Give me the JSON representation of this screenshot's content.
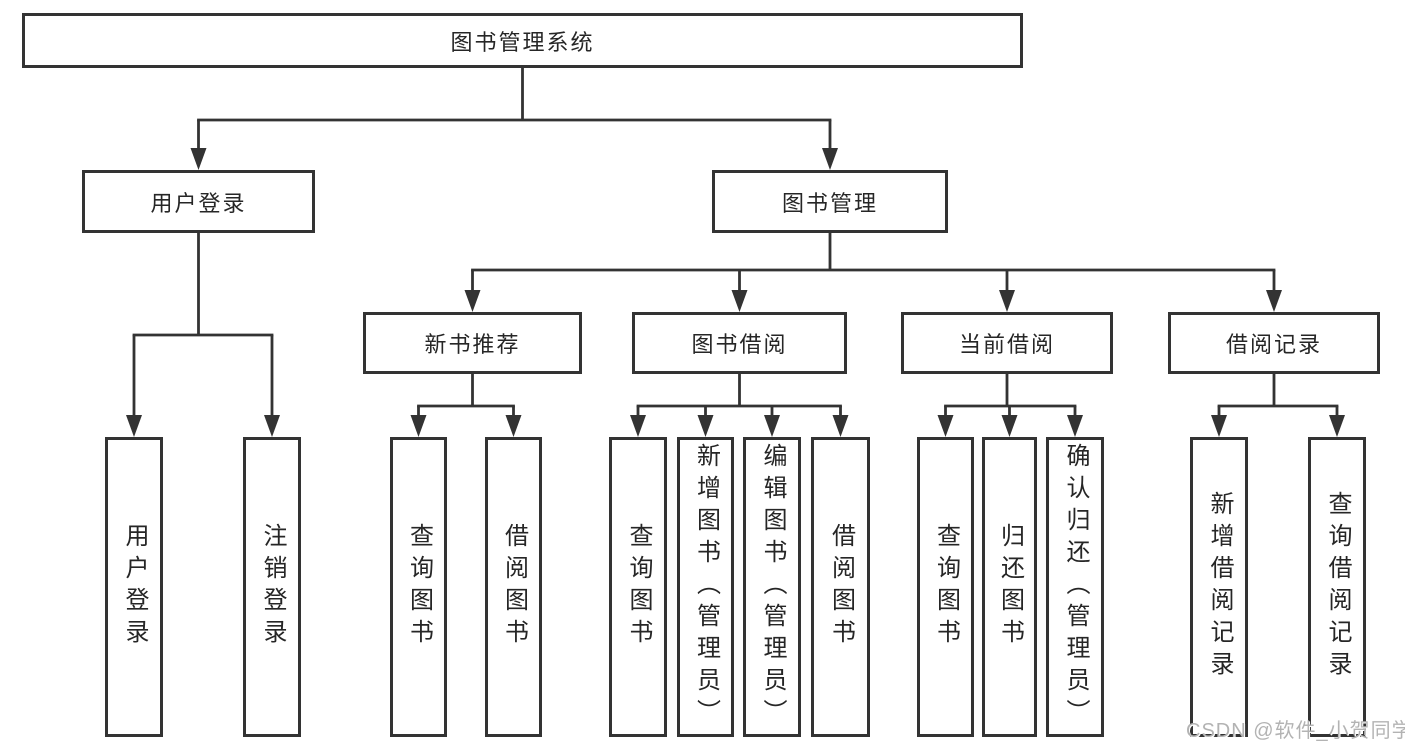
{
  "diagram": {
    "nodes": [
      {
        "id": "root",
        "label": "图书管理系统",
        "orientation": "horizontal",
        "parent": null
      },
      {
        "id": "user-login",
        "label": "用户登录",
        "orientation": "horizontal",
        "parent": "root"
      },
      {
        "id": "book-mgmt",
        "label": "图书管理",
        "orientation": "horizontal",
        "parent": "root"
      },
      {
        "id": "new-book-rec",
        "label": "新书推荐",
        "orientation": "horizontal",
        "parent": "book-mgmt"
      },
      {
        "id": "book-borrow",
        "label": "图书借阅",
        "orientation": "horizontal",
        "parent": "book-mgmt"
      },
      {
        "id": "current-borrow",
        "label": "当前借阅",
        "orientation": "horizontal",
        "parent": "book-mgmt"
      },
      {
        "id": "borrow-records",
        "label": "借阅记录",
        "orientation": "horizontal",
        "parent": "book-mgmt"
      },
      {
        "id": "login",
        "label": "用户登录",
        "orientation": "vertical",
        "parent": "user-login"
      },
      {
        "id": "logout",
        "label": "注销登录",
        "orientation": "vertical",
        "parent": "user-login"
      },
      {
        "id": "query-book-1",
        "label": "查询图书",
        "orientation": "vertical",
        "parent": "new-book-rec"
      },
      {
        "id": "borrow-book-1",
        "label": "借阅图书",
        "orientation": "vertical",
        "parent": "new-book-rec"
      },
      {
        "id": "query-book-2",
        "label": "查询图书",
        "orientation": "vertical",
        "parent": "book-borrow"
      },
      {
        "id": "add-book",
        "label": "新增图书（管理员）",
        "orientation": "vertical",
        "parent": "book-borrow"
      },
      {
        "id": "edit-book",
        "label": "编辑图书（管理员）",
        "orientation": "vertical",
        "parent": "book-borrow"
      },
      {
        "id": "borrow-book-2",
        "label": "借阅图书",
        "orientation": "vertical",
        "parent": "book-borrow"
      },
      {
        "id": "query-book-3",
        "label": "查询图书",
        "orientation": "vertical",
        "parent": "current-borrow"
      },
      {
        "id": "return-book",
        "label": "归还图书",
        "orientation": "vertical",
        "parent": "current-borrow"
      },
      {
        "id": "confirm-return",
        "label": "确认归还（管理员）",
        "orientation": "vertical",
        "parent": "current-borrow"
      },
      {
        "id": "add-borrow-record",
        "label": "新增借阅记录",
        "orientation": "vertical",
        "parent": "borrow-records"
      },
      {
        "id": "query-borrow-record",
        "label": "查询借阅记录",
        "orientation": "vertical",
        "parent": "borrow-records"
      }
    ]
  },
  "watermark": {
    "text": "CSDN @软件_小贺同学"
  },
  "colors": {
    "line": "#333333",
    "text": "#262626",
    "background": "#ffffff",
    "watermark": "#b3b3b3"
  }
}
